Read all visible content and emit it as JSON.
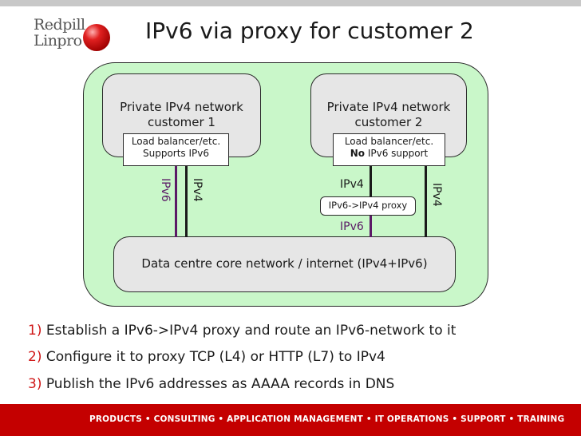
{
  "logo": {
    "line1": "Redpill",
    "line2": "Linpro"
  },
  "title": "IPv6 via proxy for customer 2",
  "diagram": {
    "customer1": {
      "line1": "Private IPv4 network",
      "line2": "customer 1",
      "lb_line1": "Load balancer/etc.",
      "lb_line2": "Supports IPv6"
    },
    "customer2": {
      "line1": "Private IPv4 network",
      "line2": "customer 2",
      "lb_line1": "Load balancer/etc.",
      "lb_no": "No",
      "lb_rest": " IPv6 support"
    },
    "core": "Data centre core network / internet (IPv4+IPv6)",
    "proxy": "IPv6->IPv4 proxy",
    "labels": {
      "ipv6": "IPv6",
      "ipv4": "IPv4"
    },
    "colors": {
      "ipv6": "#5b1a66",
      "ipv4": "#1a1a1a"
    }
  },
  "bullets": [
    {
      "num": "1)",
      "text": " Establish a IPv6->IPv4 proxy and route an IPv6-network to it"
    },
    {
      "num": "2)",
      "text": " Configure it to proxy TCP (L4) or HTTP (L7) to IPv4"
    },
    {
      "num": "3)",
      "text": " Publish the IPv6 addresses as AAAA records in DNS"
    }
  ],
  "footer": "PRODUCTS • CONSULTING • APPLICATION MANAGEMENT • IT OPERATIONS • SUPPORT • TRAINING"
}
